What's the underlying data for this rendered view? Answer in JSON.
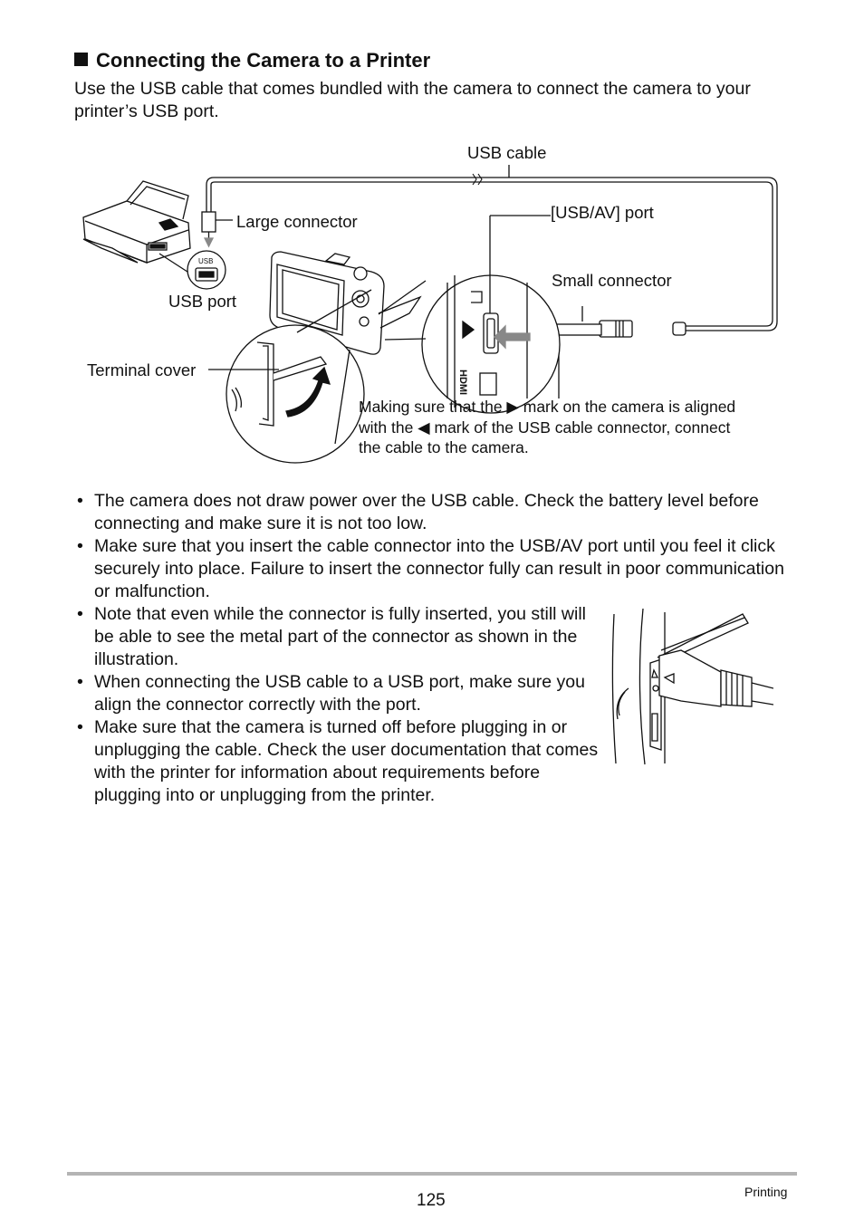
{
  "heading": "Connecting the Camera to a Printer",
  "intro": "Use the USB cable that comes bundled with the camera to connect the camera to your printer’s USB port.",
  "figure": {
    "usb_cable": "USB cable",
    "large_connector": "Large connector",
    "usb_av_port": "[USB/AV] port",
    "small_connector": "Small connector",
    "usb_port": "USB port",
    "terminal_cover": "Terminal cover",
    "usb_badge": "USB",
    "hdmi_mark": "HDMI",
    "note_line1": "Making sure that the ▶ mark on the camera is aligned",
    "note_line2": "with the ◀ mark of the USB cable connector, connect",
    "note_line3": "the cable to the camera."
  },
  "bullets": [
    "The camera does not draw power over the USB cable. Check the battery level before connecting and make sure it is not too low.",
    "Make sure that you insert the cable connector into the USB/AV port until you feel it click securely into place. Failure to insert the connector fully can result in poor communication or malfunction.",
    "Note that even while the connector is fully inserted, you still will be able to see the metal part of the connector as shown in the illustration.",
    "When connecting the USB cable to a USB port, make sure you align the connector correctly with the port.",
    "Make sure that the camera is turned off before plugging in or unplugging the cable. Check the user documentation that comes with the printer for information about requirements before plugging into or unplugging from the printer."
  ],
  "footer": {
    "page_number": "125",
    "section": "Printing"
  }
}
